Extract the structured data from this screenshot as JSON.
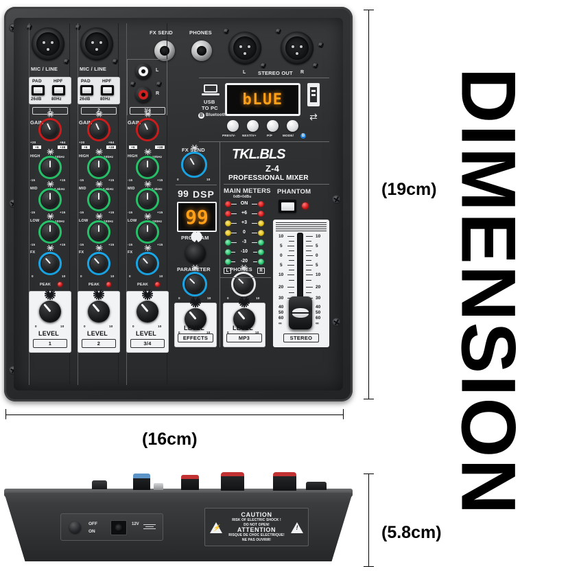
{
  "dimensions": {
    "word": "DIMENSION",
    "height_label": "(19cm)",
    "width_label": "(16cm)",
    "depth_label": "(5.8cm)"
  },
  "mixer": {
    "brand": "TKL.BLS",
    "model": "Z-4",
    "tagline": "PROFESSIONAL  MIXER",
    "jacks": {
      "fx_send": "FX SEND",
      "phones": "PHONES",
      "stereo_out": "STEREO OUT",
      "stereo_out_left": "L",
      "stereo_out_right": "R",
      "rca_left": "L",
      "rca_right": "R"
    },
    "channels": [
      {
        "input_label": "MIC / LINE",
        "number": "1",
        "pad": {
          "label": "PAD",
          "value": "26dB"
        },
        "hpf": {
          "label": "HPF",
          "value": "80Hz"
        },
        "gain": {
          "label": "GAIN",
          "min_top": "+20",
          "min_bot": "+6",
          "max_top": "+64",
          "max_bot": "+38"
        },
        "eq": [
          {
            "label": "HIGH",
            "freq": "10kHz",
            "min": "-15",
            "max": "+15"
          },
          {
            "label": "MID",
            "freq": "2.5kHz",
            "min": "-15",
            "max": "+15"
          },
          {
            "label": "LOW",
            "freq": "100Hz",
            "min": "-15",
            "max": "+15"
          }
        ],
        "fx": {
          "label": "FX",
          "min": "0",
          "max": "10"
        },
        "peak": "PEAK",
        "level": {
          "label": "LEVEL",
          "min": "0",
          "max": "10"
        }
      },
      {
        "input_label": "MIC / LINE",
        "number": "2",
        "pad": {
          "label": "PAD",
          "value": "26dB"
        },
        "hpf": {
          "label": "HPF",
          "value": "80Hz"
        },
        "gain": {
          "label": "GAIN",
          "min_top": "+20",
          "min_bot": "+6",
          "max_top": "+64",
          "max_bot": "+38"
        },
        "eq": [
          {
            "label": "HIGH",
            "freq": "10kHz",
            "min": "-15",
            "max": "+15"
          },
          {
            "label": "MID",
            "freq": "2.5kHz",
            "min": "-15",
            "max": "+15"
          },
          {
            "label": "LOW",
            "freq": "100Hz",
            "min": "-15",
            "max": "+15"
          }
        ],
        "fx": {
          "label": "FX",
          "min": "0",
          "max": "10"
        },
        "peak": "PEAK",
        "level": {
          "label": "LEVEL",
          "min": "0",
          "max": "10"
        }
      },
      {
        "input_label": "",
        "number": "3/4",
        "pad": {
          "label": "",
          "value": ""
        },
        "hpf": {
          "label": "",
          "value": ""
        },
        "gain": {
          "label": "GAIN",
          "min_top": "",
          "min_bot": "+6",
          "max_top": "",
          "max_bot": "+38"
        },
        "eq": [
          {
            "label": "HIGH",
            "freq": "10kHz",
            "min": "-15",
            "max": "+15"
          },
          {
            "label": "MID",
            "freq": "2.5kHz",
            "min": "-15",
            "max": "+15"
          },
          {
            "label": "LOW",
            "freq": "100Hz",
            "min": "-15",
            "max": "+15"
          }
        ],
        "fx": {
          "label": "FX",
          "min": "0",
          "max": "10"
        },
        "peak": "PEAK",
        "level": {
          "label": "LEVEL",
          "min": "0",
          "max": "10"
        }
      }
    ],
    "usb_panel": {
      "usb_to_pc": "USB\nTO PC",
      "usb_line1": "USB",
      "usb_line2": "TO PC",
      "bluetooth": "Bluetooth",
      "display_value": "bLUE",
      "buttons": [
        "PREV/V-",
        "NEXT/V+",
        "P/P",
        "MODE/"
      ]
    },
    "fx_send_knob": {
      "label": "FX SEND",
      "min": "0",
      "max": "10"
    },
    "dsp": {
      "badge_number": "99",
      "badge_text": "DSP",
      "display_value": "99"
    },
    "program": {
      "label": "PROGRAM"
    },
    "parameter": {
      "label": "PARAMETER",
      "min": "0",
      "max": "10"
    },
    "phones_knob": {
      "label": "PHONES",
      "min": "0",
      "max": "10"
    },
    "main_meters": {
      "title": "MAIN METERS",
      "subtitle": "0dB=0dBu",
      "rows": [
        "ON",
        "+6",
        "+3",
        "0",
        "-3",
        "-10",
        "-20"
      ],
      "left_tag": "L",
      "right_tag": "R"
    },
    "phantom": {
      "label": "PHANTOM"
    },
    "fader": {
      "scale": [
        "10",
        "5",
        "0",
        "5",
        "10",
        "20",
        "30",
        "40",
        "50",
        "60"
      ],
      "infinity": "∞",
      "cap_label": "STEREO"
    },
    "bottom_caps": [
      "1",
      "2",
      "3/4",
      "EFFECTS",
      "MP3"
    ],
    "effects_level": {
      "label": "LEVEL",
      "min": "0",
      "max": "10"
    },
    "mp3_level": {
      "label": "LEVEL",
      "min": "0",
      "max": "10"
    }
  },
  "rear": {
    "power_off": "OFF",
    "power_on": "ON",
    "dc_label": "12V",
    "caution": {
      "title_en": "CAUTION",
      "line1_en": "RISK OF ELECTRIC SHOCK !",
      "line2_en": "DO NOT OPEN!",
      "title_fr": "ATTENTION",
      "line1_fr": "RISQUE DE CHOC ELECTRIQUE!",
      "line2_fr": "NE PAS OUVRIR!"
    }
  }
}
